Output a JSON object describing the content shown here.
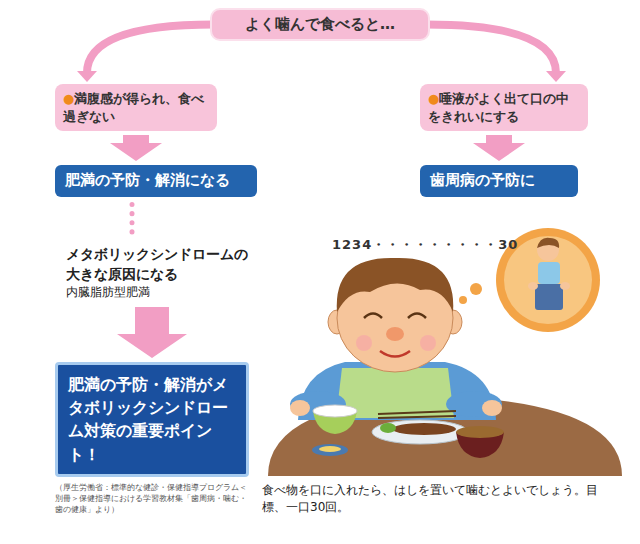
{
  "diagram": {
    "caption": "食べ物を口に入れたら、はしを置いて噛むとよいでしょう。目標、一口30回。",
    "nodes": [
      {
        "text": [
          "よく噛んで食べると…"
        ]
      },
      {
        "text": [
          "●満腹感が得られ、食べ過ぎない"
        ]
      },
      {
        "text": [
          "●唾液がよく出て口の中をきれいにする"
        ]
      },
      {
        "text": [
          "肥満の予防・解消になる"
        ]
      },
      {
        "text": [
          "歯周病の予防に"
        ]
      },
      {
        "text": [
          "メタボリックシンドロームの大きな原因になる",
          "内臓脂肪型肥満"
        ]
      },
      {
        "text": [
          "肥満の予防・解消がメタボリックシンドローム対策の重要ポイント！"
        ]
      }
    ],
    "edges": [
      {
        "from": 0,
        "to": 1,
        "arrow": "to"
      },
      {
        "from": 0,
        "to": 2,
        "arrow": "to"
      },
      {
        "from": 1,
        "to": 3,
        "arrow": "to"
      },
      {
        "from": 2,
        "to": 4,
        "arrow": "to"
      },
      {
        "from": 3,
        "to": 5,
        "arrow": "none"
      },
      {
        "from": 5,
        "to": 6,
        "arrow": "to"
      }
    ],
    "labels": [
      "1234・・・・・・・・・30",
      "（厚生労働省：標準的な健診・保健指導プログラム＜別冊＞保健指導における学習教材集「歯周病・噛む・歯の健康」より）"
    ]
  }
}
